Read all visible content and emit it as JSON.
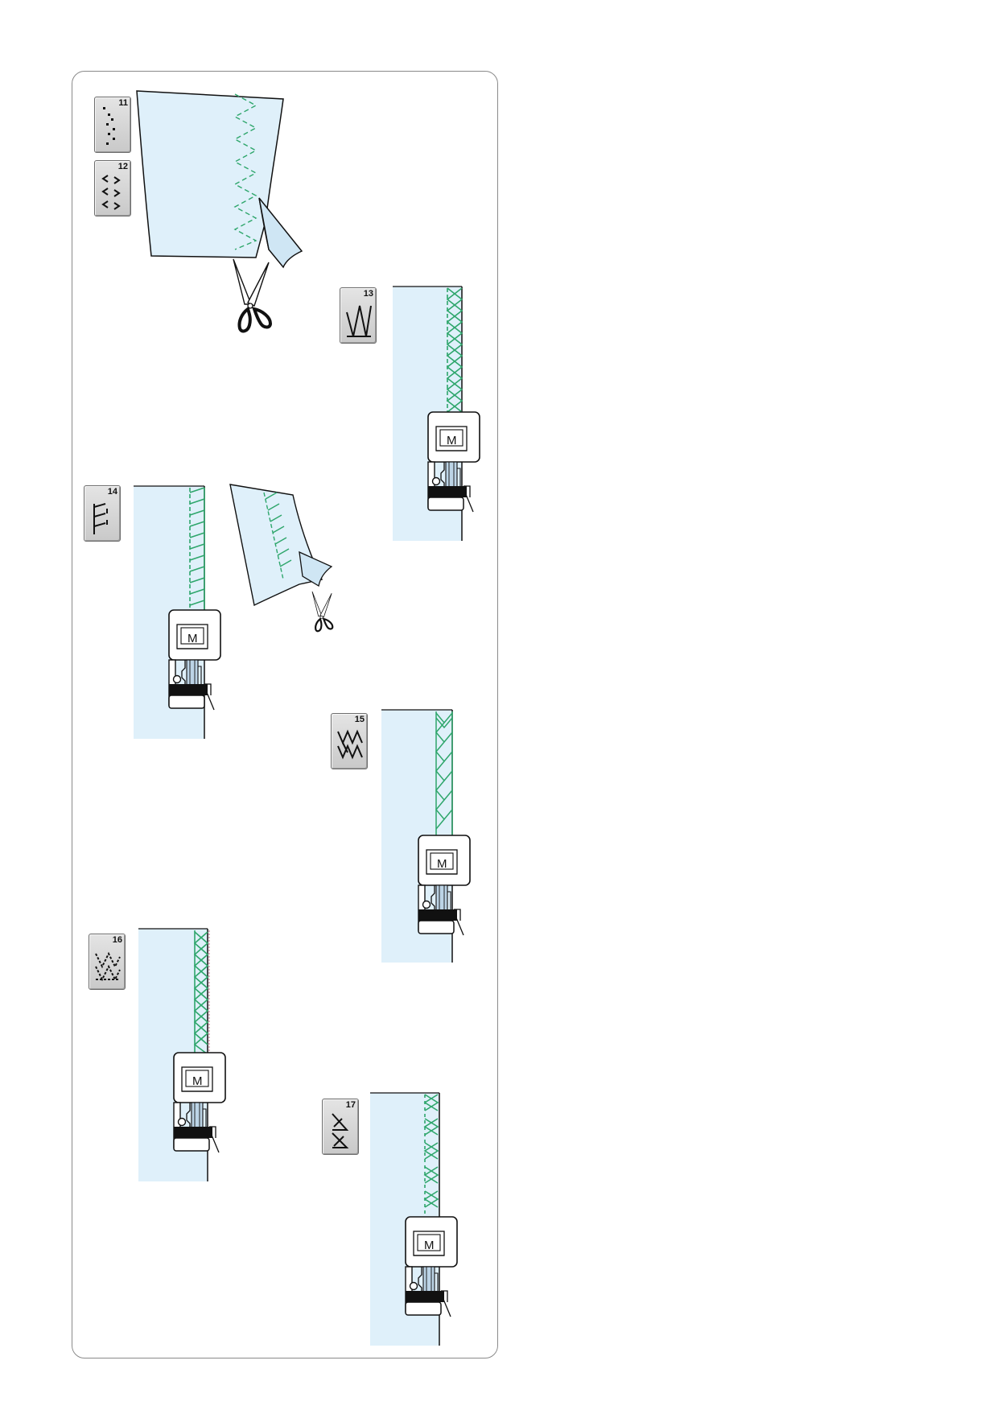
{
  "patterns": [
    {
      "id": "p11",
      "number": "11"
    },
    {
      "id": "p12",
      "number": "12"
    },
    {
      "id": "p13",
      "number": "13"
    },
    {
      "id": "p14",
      "number": "14"
    },
    {
      "id": "p15",
      "number": "15"
    },
    {
      "id": "p16",
      "number": "16"
    },
    {
      "id": "p17",
      "number": "17"
    }
  ],
  "foot": {
    "letter": "M"
  },
  "colors": {
    "fabric": "#dff0fa",
    "fabric_flap": "#cfe6f4",
    "stitch": "#2ea66b",
    "outline": "#111111",
    "panel_border": "#8a8a8a"
  }
}
